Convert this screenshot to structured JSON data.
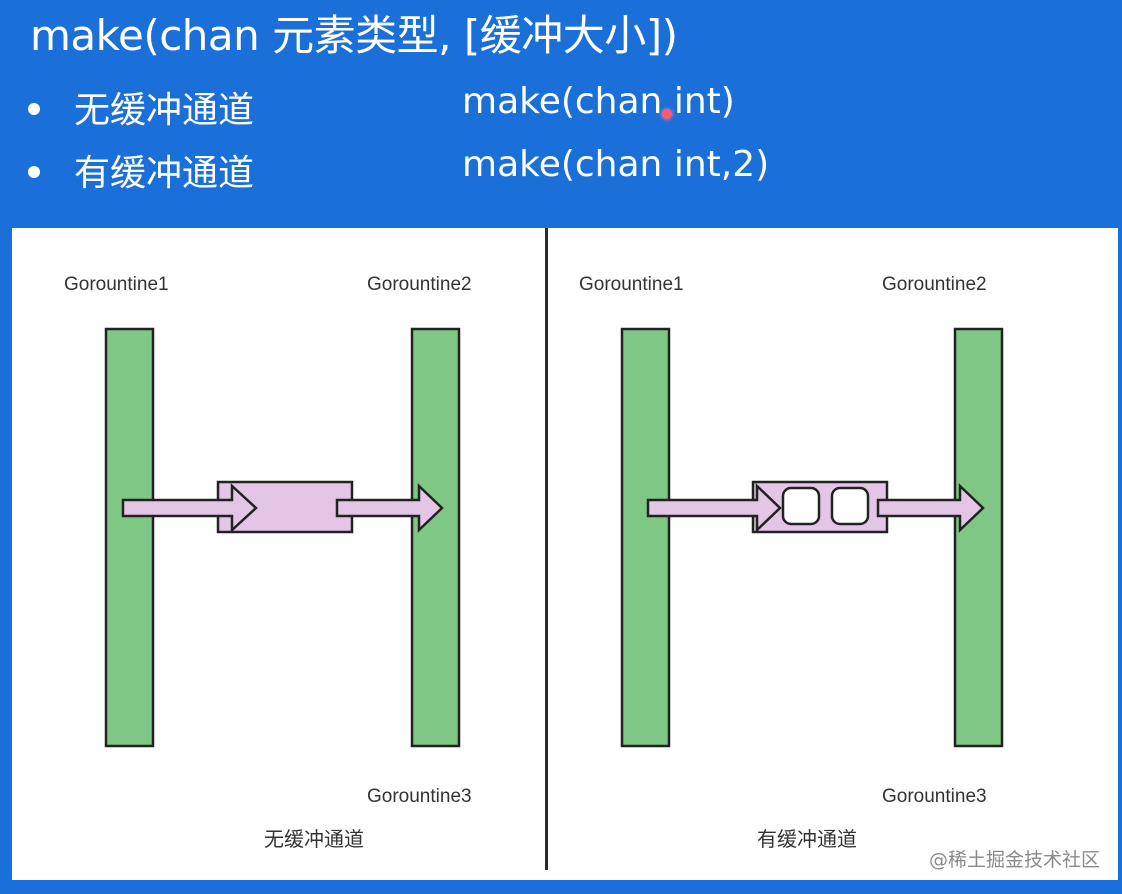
{
  "header": {
    "title": "make(chan 元素类型, [缓冲大小])",
    "bullets": [
      {
        "label": "无缓冲通道",
        "code": "make(chan int)"
      },
      {
        "label": "有缓冲通道",
        "code": "make(chan int,2)"
      }
    ]
  },
  "left_panel": {
    "goroutine1": "Gorountine1",
    "goroutine2": "Gorountine2",
    "goroutine3": "Gorountine3",
    "caption": "无缓冲通道"
  },
  "right_panel": {
    "goroutine1": "Gorountine1",
    "goroutine2": "Gorountine2",
    "goroutine3": "Gorountine3",
    "caption": "有缓冲通道",
    "buffer_slots": 2
  },
  "colors": {
    "background": "#1a6fd9",
    "goroutine_bar": "#7fc784",
    "channel": "#e3c6e6",
    "outline": "#222222"
  },
  "watermark": "@稀土掘金技术社区"
}
